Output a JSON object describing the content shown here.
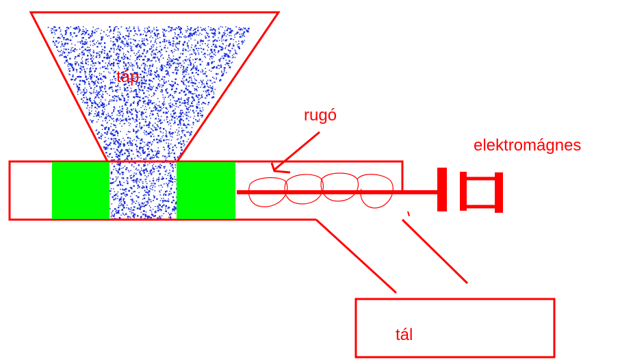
{
  "labels": {
    "hopper_contents": "táp",
    "spring": "rugó",
    "electromagnet": "elektromágnes",
    "bowl": "tál"
  },
  "colors": {
    "outline": "#ff0000",
    "paddle": "#00ff00",
    "food": "#1a2fd9",
    "label": "#ff0000",
    "background": "#ffffff"
  }
}
